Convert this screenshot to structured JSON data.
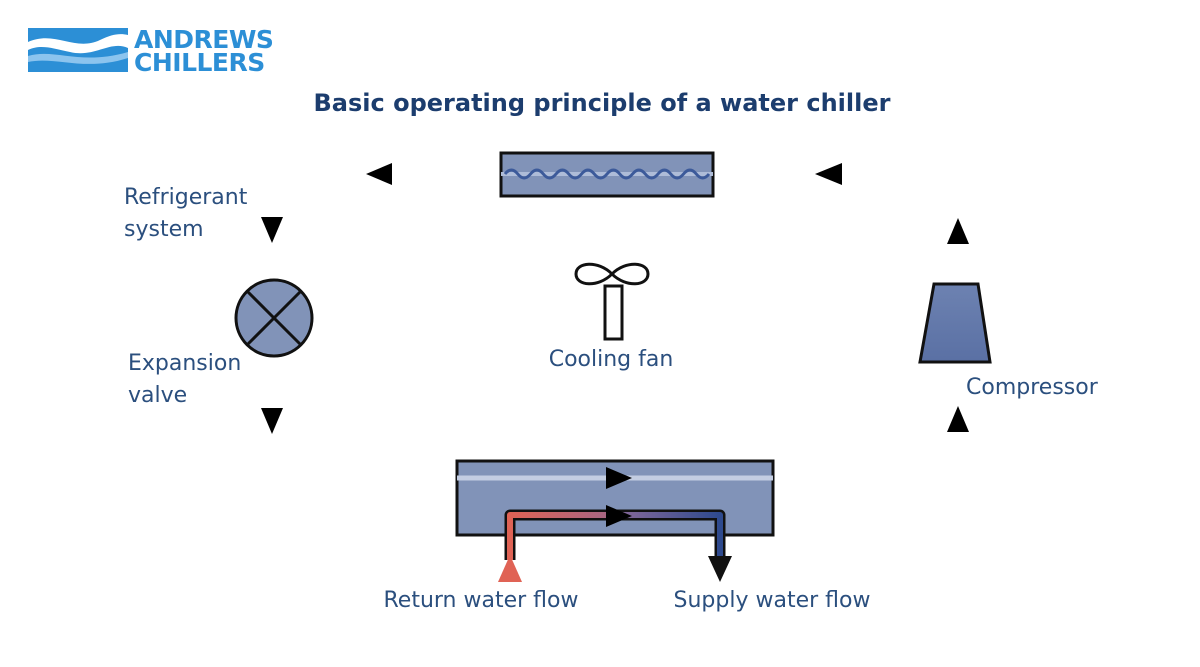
{
  "logo": {
    "line1": "ANDREWS",
    "line2": "CHILLERS"
  },
  "title": "Basic operating principle of a water chiller",
  "labels": {
    "refrigerant_line1": "Refrigerant",
    "refrigerant_line2": "system",
    "expansion_line1": "Expansion",
    "expansion_line2": "valve",
    "cooling_fan": "Cooling fan",
    "compressor": "Compressor",
    "return_water": "Return water flow",
    "supply_water": "Supply water flow"
  },
  "colors": {
    "hot_pipe": "#3b64a8",
    "cold_pipe": "#dde3ee",
    "component_fill": "#8193b8",
    "outline": "#111111",
    "return_water": "#e06355",
    "supply_water": "#2e4a8e",
    "brand_blue": "#2c8fd6",
    "title": "#1c3d6e",
    "label": "#2b4f7e"
  }
}
